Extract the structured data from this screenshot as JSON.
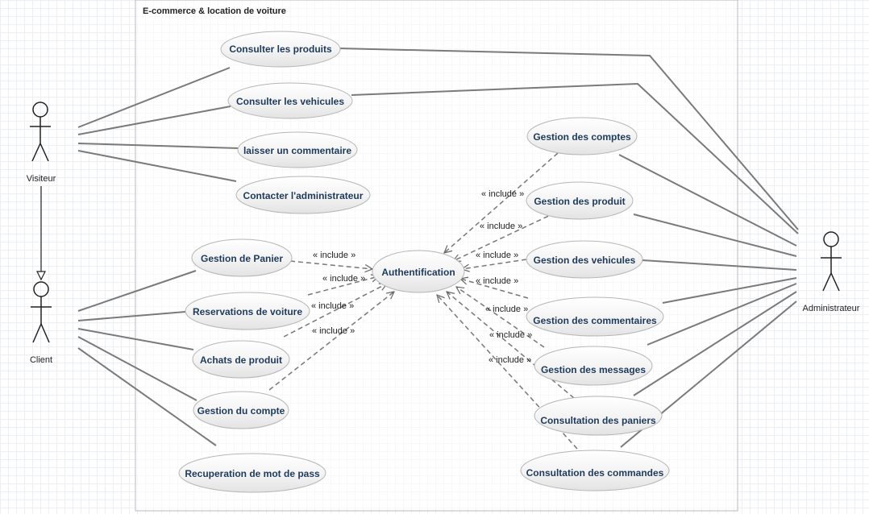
{
  "system": {
    "title": "E-commerce & location de voiture"
  },
  "actors": {
    "visiteur": "Visiteur",
    "client": "Client",
    "administrateur": "Administrateur"
  },
  "usecases": {
    "consulter_produits": "Consulter les produits",
    "consulter_vehicules": "Consulter les vehicules",
    "laisser_commentaire": "laisser un commentaire",
    "contacter_admin": "Contacter l'administrateur",
    "gestion_panier": "Gestion de Panier",
    "reservations_voiture": "Reservations de voiture",
    "achats_produit": "Achats de produit",
    "gestion_compte": "Gestion du compte",
    "recuperation_mdp": "Recuperation de mot de pass",
    "authentification": "Authentification",
    "gestion_comptes": "Gestion des comptes",
    "gestion_produit": "Gestion des produit",
    "gestion_vehicules": "Gestion des vehicules",
    "gestion_commentaires": "Gestion des commentaires",
    "gestion_messages": "Gestion des messages",
    "consultation_paniers": "Consultation des paniers",
    "consultation_commandes": "Consultation des commandes"
  },
  "include_label": "« include »"
}
